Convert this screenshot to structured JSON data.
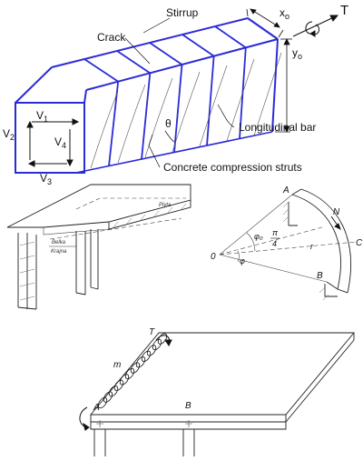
{
  "box": {
    "labels": {
      "stirrup": "Stirrup",
      "crack": "Crack",
      "theta": "θ",
      "longitudinal": "Longitudinal bar",
      "struts": "Concrete compression struts",
      "x0": "x",
      "x0_sub": "o",
      "y0": "y",
      "y0_sub": "o",
      "torque": "T"
    },
    "v_labels": [
      {
        "main": "V",
        "sub": "1"
      },
      {
        "main": "V",
        "sub": "2"
      },
      {
        "main": "V",
        "sub": "3"
      },
      {
        "main": "V",
        "sub": "4"
      }
    ],
    "colors": {
      "frame": "#2b2bd6",
      "ink": "#111111",
      "crack": "#555555"
    }
  },
  "slab": {
    "labels": {
      "top": "Plyta",
      "bottom_1": "Belka",
      "bottom_2": "Krajna"
    }
  },
  "curved_beam": {
    "labels": {
      "A": "A",
      "B": "B",
      "C": "C",
      "O": "0",
      "N": "N",
      "phi0": "φ₀",
      "pi": "π",
      "four": "4",
      "phi": "φ",
      "r": "r"
    }
  },
  "slab_edge": {
    "labels": {
      "T": "T",
      "m": "m",
      "A": "A",
      "B": "B"
    }
  }
}
